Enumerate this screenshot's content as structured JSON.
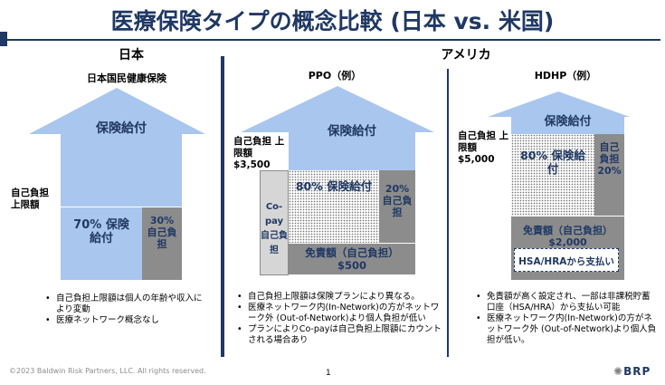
{
  "title": "医療保険タイプの概念比較 (日本 vs. 米国)",
  "japan": {
    "heading": "日本",
    "subheading": "日本国民健康保険",
    "benefit": "保険給付",
    "oop_limit_label": "自己負担 上限額",
    "insured_share": "70% 保険給付",
    "self_share": "30% 自己負担",
    "bullets": [
      "自己負担上限額は個人の年齢や収入により変動",
      "医療ネットワーク概念なし"
    ]
  },
  "usa": {
    "heading": "アメリカ",
    "ppo": {
      "subheading": "PPO（例）",
      "benefit": "保険給付",
      "oop_limit_label": "自己負担 上限額 $3,500",
      "copay": "Co-pay 自己負担",
      "insured_share": "80% 保険給付",
      "self_share": "20% 自己負担",
      "deductible": "免責額（自己負担） $500",
      "bullets": [
        "自己負担上限額は保険プランにより異なる。",
        "医療ネットワーク内(In-Network)の方がネットワーク外 (Out-of-Network)より個人負担が低い",
        "プランによりCo-payは自己負担上限額にカウントされる場合あり"
      ]
    },
    "hdhp": {
      "subheading": "HDHP（例）",
      "benefit": "保険給付",
      "oop_limit_label": "自己負担 上限額 $5,000",
      "insured_share": "80% 保険給付",
      "self_share": "自己負担 20%",
      "deductible": "免責額（自己負担） $2,000",
      "hsa": "HSA/HRAから支払い",
      "bullets": [
        "免責額が高く設定され、一部は非課税貯蓄口座（HSA/HRA）から支払い可能",
        "医療ネットワーク内(In-Network)の方がネットワーク外 (Out-of-Network)より個人負担が低い。"
      ]
    }
  },
  "footer": {
    "copyright": "©2023 Baldwin Risk Partners, LLC. All rights reserved.",
    "page": "1",
    "logo": "BRP"
  }
}
